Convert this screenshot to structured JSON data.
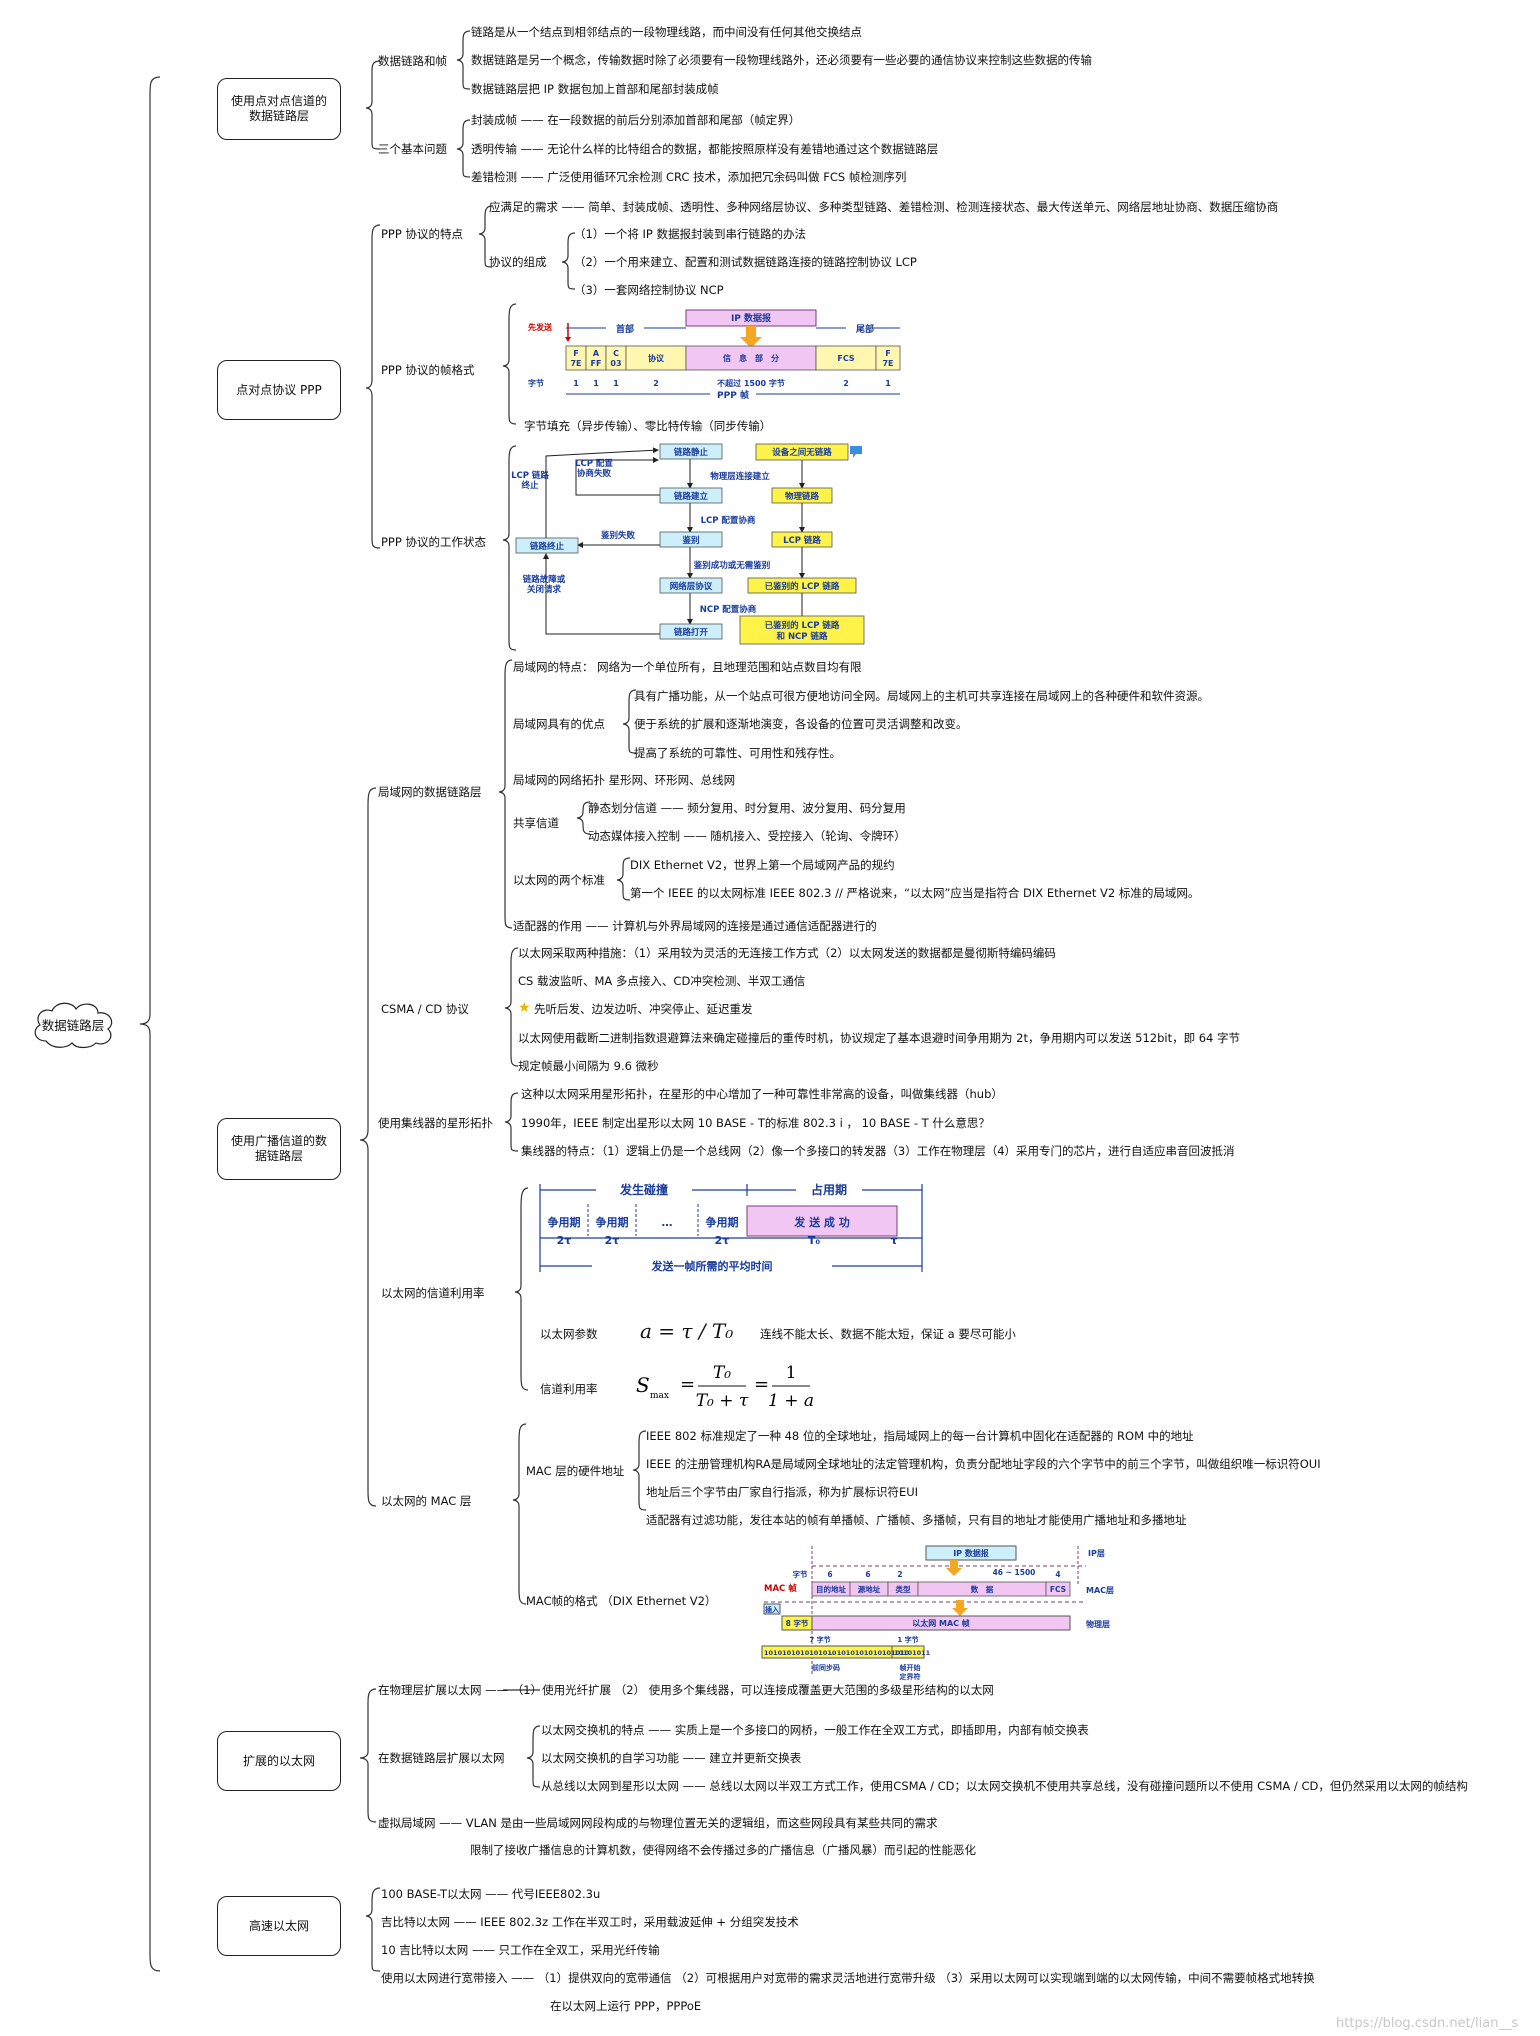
{
  "root": "数据链路层",
  "watermark": "https://blog.csdn.net/lian__s",
  "s1": {
    "title": "使用点对点信道的数据链路层",
    "b1": {
      "label": "数据链路和帧",
      "items": [
        "链路是从一个结点到相邻结点的一段物理线路，而中间没有任何其他交换结点",
        "数据链路是另一个概念，传输数据时除了必须要有一段物理线路外，还必须要有一些必要的通信协议来控制这些数据的传输",
        "数据链路层把 IP 数据包加上首部和尾部封装成帧"
      ]
    },
    "b2": {
      "label": "三个基本问题",
      "items": [
        "封装成帧 —— 在一段数据的前后分别添加首部和尾部（帧定界）",
        "透明传输 —— 无论什么样的比特组合的数据，都能按照原样没有差错地通过这个数据链路层",
        "差错检测 —— 广泛使用循环冗余检测 CRC 技术，添加把冗余码叫做 FCS 帧检测序列"
      ]
    }
  },
  "s2": {
    "title": "点对点协议 PPP",
    "f": {
      "label": "PPP 协议的特点",
      "need": "应满足的需求 —— 简单、封装成帧、透明性、多种网络层协议、多种类型链路、差错检测、检测连接状态、最大传送单元、网络层地址协商、数据压缩协商",
      "comp_label": "协议的组成",
      "comp": [
        "（1）一个将 IP 数据报封装到串行链路的办法",
        "（2）一个用来建立、配置和测试数据链路连接的链路控制协议 LCP",
        "（3）一套网络控制协议 NCP"
      ]
    },
    "fmt": {
      "label": "PPP 协议的帧格式",
      "fill": "字节填充（异步传输）、零比特传输（同步传输）",
      "diag": {
        "first": "先发送",
        "head": "首部",
        "ip": "IP 数据报",
        "tail": "尾部",
        "cells": [
          "F\n7E",
          "A\nFF",
          "C\n03",
          "协议",
          "信　息　部　分",
          "FCS",
          "F\n7E"
        ],
        "bytes_label": "字节",
        "bytes": [
          "1",
          "1",
          "1",
          "2",
          "不超过 1500 字节",
          "2",
          "1"
        ],
        "frame": "PPP 帧"
      }
    },
    "st": {
      "label": "PPP 协议的工作状态",
      "nodes": {
        "link_static": "链路静止",
        "link_build": "链路建立",
        "auth": "鉴别",
        "net_proto": "网络层协议",
        "link_open": "链路打开",
        "link_end": "链路终止",
        "no_link": "设备之间无链路",
        "phys": "物理链路",
        "lcp_link": "LCP 链路",
        "auth_lcp": "已鉴别的 LCP 链路",
        "auth_lcp_ncp": "已鉴别的 LCP 链路\n和 NCP 链路"
      },
      "labels": {
        "phys_conn": "物理层连接建立",
        "lcp_cfg": "LCP 配置协商",
        "auth_ok": "鉴别成功或无需鉴别",
        "ncp_cfg": "NCP 配置协商",
        "auth_fail": "鉴别失败",
        "lcp_fail": "LCP 配置\n协商失败",
        "lcp_term": "LCP 链路\n终止",
        "fault": "链路故障或\n关闭请求"
      }
    }
  },
  "s3": {
    "title": "使用广播信道的数据链路层",
    "lan": {
      "label": "局域网的数据链路层",
      "feat": "局域网的特点：  网络为一个单位所有，且地理范围和站点数目均有限",
      "adv_label": "局域网具有的优点",
      "adv": [
        "具有广播功能，从一个站点可很方便地访问全网。局域网上的主机可共享连接在局域网上的各种硬件和软件资源。",
        "便于系统的扩展和逐渐地演变，各设备的位置可灵活调整和改变。",
        "提高了系统的可靠性、可用性和残存性。"
      ],
      "topo": "局域网的网络拓扑   星形网、环形网、总线网",
      "share_label": "共享信道",
      "share": [
        "静态划分信道 —— 频分复用、时分复用、波分复用、码分复用",
        "动态媒体接入控制 —— 随机接入、受控接入（轮询、令牌环）"
      ],
      "std_label": "以太网的两个标准",
      "std": [
        "DIX Ethernet V2，世界上第一个局域网产品的规约",
        "第一个 IEEE 的以太网标准 IEEE 802.3  //   严格说来，“以太网”应当是指符合 DIX Ethernet V2 标准的局域网。"
      ],
      "adapter": "适配器的作用 —— 计算机与外界局域网的连接是通过通信适配器进行的"
    },
    "csma": {
      "label": "CSMA / CD 协议",
      "items": [
        "以太网采取两种措施：（1）采用较为灵活的无连接工作方式（2）以太网发送的数据都是曼彻斯特编码编码",
        "CS 载波监听、MA 多点接入、CD冲突检测、半双工通信",
        "先听后发、边发边听、冲突停止、延迟重发",
        "以太网使用截断二进制指数退避算法来确定碰撞后的重传时机，协议规定了基本退避时间争用期为 2t，争用期内可以发送 512bit，即 64 字节",
        "规定帧最小间隔为 9.6 微秒"
      ]
    },
    "hub": {
      "label": "使用集线器的星形拓扑",
      "items": [
        "这种以太网采用星形拓扑，在星形的中心增加了一种可靠性非常高的设备，叫做集线器（hub）",
        "1990年，IEEE 制定出星形以太网 10 BASE - T的标准 802.3 i ，  10 BASE - T  什么意思？",
        "集线器的特点：（1）逻辑上仍是一个总线网（2）像一个多接口的转发器（3）工作在物理层（4）采用专门的芯片，进行自适应串音回波抵消"
      ]
    },
    "util": {
      "label": "以太网的信道利用率",
      "diag": {
        "collide": "发生碰撞",
        "occupy": "占用期",
        "contend": "争用期",
        "dots": "…",
        "send_ok": "发 送 成 功",
        "two_tau": "2τ",
        "t0": "T₀",
        "tau": "τ",
        "avg": "发送一帧所需的平均时间"
      },
      "param_label": "以太网参数",
      "param_formula": "a = τ / T₀",
      "param_note": "连线不能太长、数据不能太短，保证 a 要尽可能小",
      "util_label": "信道利用率",
      "util_formula": {
        "s": "S",
        "sub": "max",
        "num": "T₀",
        "den": "T₀ + τ",
        "num2": "1",
        "den2": "1 + a"
      }
    },
    "mac": {
      "label": "以太网的 MAC 层",
      "hw_label": "MAC 层的硬件地址",
      "hw": [
        "IEEE 802 标准规定了一种 48 位的全球地址，指局域网上的每一台计算机中固化在适配器的 ROM 中的地址",
        "IEEE 的注册管理机构RA是局域网全球地址的法定管理机构，负责分配地址字段的六个字节中的前三个字节，叫做组织唯一标识符OUI",
        "地址后三个字节由厂家自行指派，称为扩展标识符EUI",
        "适配器有过滤功能，发往本站的帧有单播帧、广播帧、多播帧，只有目的地址才能使用广播地址和多播地址"
      ],
      "fmt_label": "MAC帧的格式    （DIX Ethernet V2）",
      "diag": {
        "ip": "IP 数据报",
        "ip_layer": "IP层",
        "range": "46 ~ 1500",
        "byte": "字节",
        "n6a": "6",
        "n6b": "6",
        "n2": "2",
        "n4": "4",
        "mac_frame": "MAC 帧",
        "dst": "目的地址",
        "src": "源地址",
        "type": "类型",
        "data": "数　据",
        "fcs": "FCS",
        "mac_layer": "MAC层",
        "insert": "插入",
        "eight": "8 字节",
        "eth_frame": "以太网 MAC 帧",
        "phys_layer": "物理层",
        "seven": "7 字节",
        "one": "1 字节",
        "bits1": "1010101010101010",
        "bits2": "… 1010101010101010",
        "bits3": "10101011",
        "preamble": "前同步码",
        "sfd": "帧开始\n定界符"
      }
    }
  },
  "s4": {
    "title": "扩展的以太网",
    "phys": "在物理层扩展以太网 ——  （1）使用光纤扩展   （2） 使用多个集线器，可以连接成覆盖更大范围的多级星形结构的以太网",
    "dl_label": "在数据链路层扩展以太网",
    "dl": [
      "以太网交换机的特点 —— 实质上是一个多接口的网桥，一般工作在全双工方式，即插即用，内部有帧交换表",
      "以太网交换机的自学习功能 —— 建立并更新交换表",
      "从总线以太网到星形以太网 —— 总线以太网以半双工方式工作，使用CSMA / CD；以太网交换机不使用共享总线，没有碰撞问题所以不使用 CSMA / CD，但仍然采用以太网的帧结构"
    ],
    "vlan": "虚拟局域网 —— VLAN 是由一些局域网网段构成的与物理位置无关的逻辑组，而这些网段具有某些共同的需求",
    "vlan2": "限制了接收广播信息的计算机数，使得网络不会传播过多的广播信息（广播风暴）而引起的性能恶化"
  },
  "s5": {
    "title": "高速以太网",
    "items": [
      "100 BASE-T以太网 —— 代号IEEE802.3u",
      "吉比特以太网 —— IEEE 802.3z 工作在半双工时，采用载波延伸 + 分组突发技术",
      "10 吉比特以太网 —— 只工作在全双工，采用光纤传输",
      "使用以太网进行宽带接入 ——  （1）提供双向的宽带通信  （2）可根据用户对宽带的需求灵活地进行宽带升级  （3）采用以太网可以实现端到端的以太网传输，中间不需要帧格式地转换"
    ],
    "extra": "在以太网上运行 PPP，PPPoE"
  }
}
